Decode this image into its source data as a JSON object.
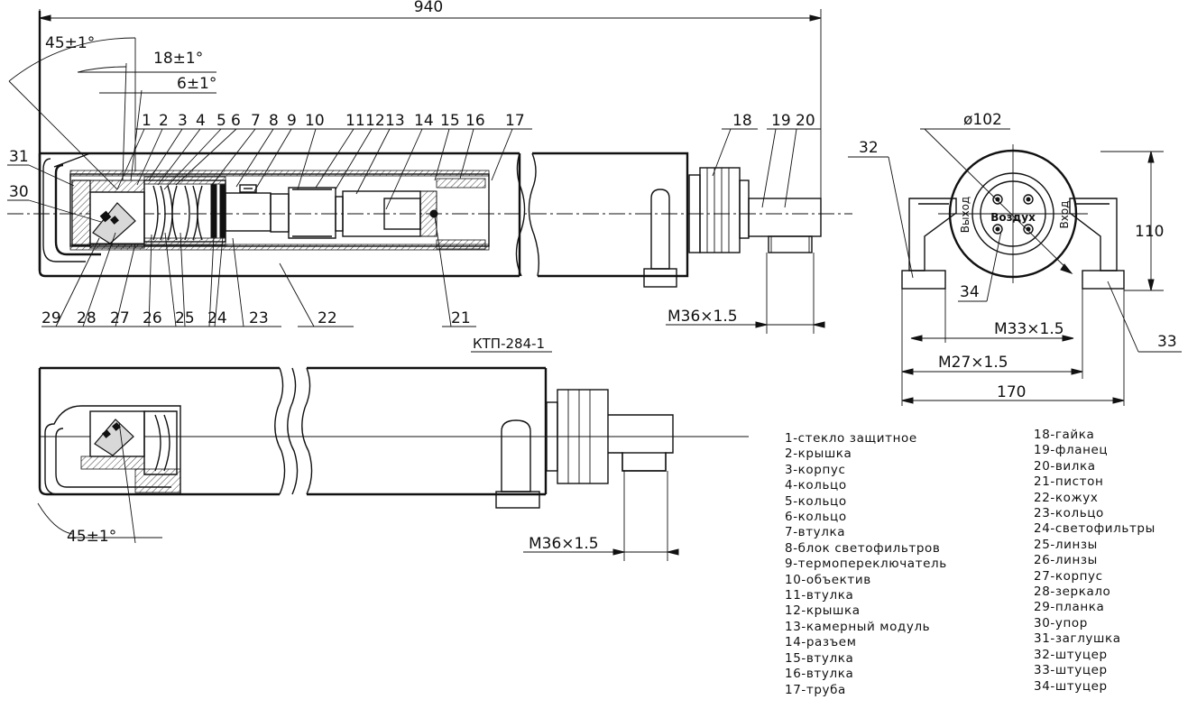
{
  "dimensions": {
    "overall_length": "940",
    "angle_main": "45±1°",
    "angle_18": "18±1°",
    "angle_6": "6±1°",
    "angle_bottom": "45±1°",
    "thread_top": "M36×1.5",
    "thread_bottom": "M36×1.5",
    "diameter": "ø102",
    "height_side": "110",
    "thread_m33": "M33×1.5",
    "thread_m27": "M27×1.5",
    "width_side": "170"
  },
  "model_label": "КТП-284-1",
  "side_view_text": {
    "air": "Воздух",
    "outlet": "Выход",
    "inlet": "Вход"
  },
  "callouts_top": [
    "1",
    "2",
    "3",
    "4",
    "5",
    "6",
    "7",
    "8",
    "9",
    "10",
    "11",
    "12",
    "13",
    "14",
    "15",
    "16",
    "17",
    "18",
    "19",
    "20"
  ],
  "callouts_bottom": [
    "29",
    "28",
    "27",
    "26",
    "25",
    "24",
    "23",
    "22",
    "21"
  ],
  "callouts_left": [
    "31",
    "30"
  ],
  "callouts_side": [
    "32",
    "33",
    "34"
  ],
  "legend_left": [
    "1-стекло защитное",
    "2-крышка",
    "3-корпус",
    "4-кольцо",
    "5-кольцо",
    "6-кольцо",
    "7-втулка",
    "8-блок светофильтров",
    "9-термопереключатель",
    "10-объектив",
    "11-втулка",
    "12-крышка",
    "13-камерный модуль",
    "14-разъем",
    "15-втулка",
    "16-втулка",
    "17-труба"
  ],
  "legend_right": [
    "18-гайка",
    "19-фланец",
    "20-вилка",
    "21-пистон",
    "22-кожух",
    "23-кольцо",
    "24-светофильтры",
    "25-линзы",
    "26-линзы",
    "27-корпус",
    "28-зеркало",
    "29-планка",
    "30-упор",
    "31-заглушка",
    "32-штуцер",
    "33-штуцер",
    "34-штуцер"
  ]
}
